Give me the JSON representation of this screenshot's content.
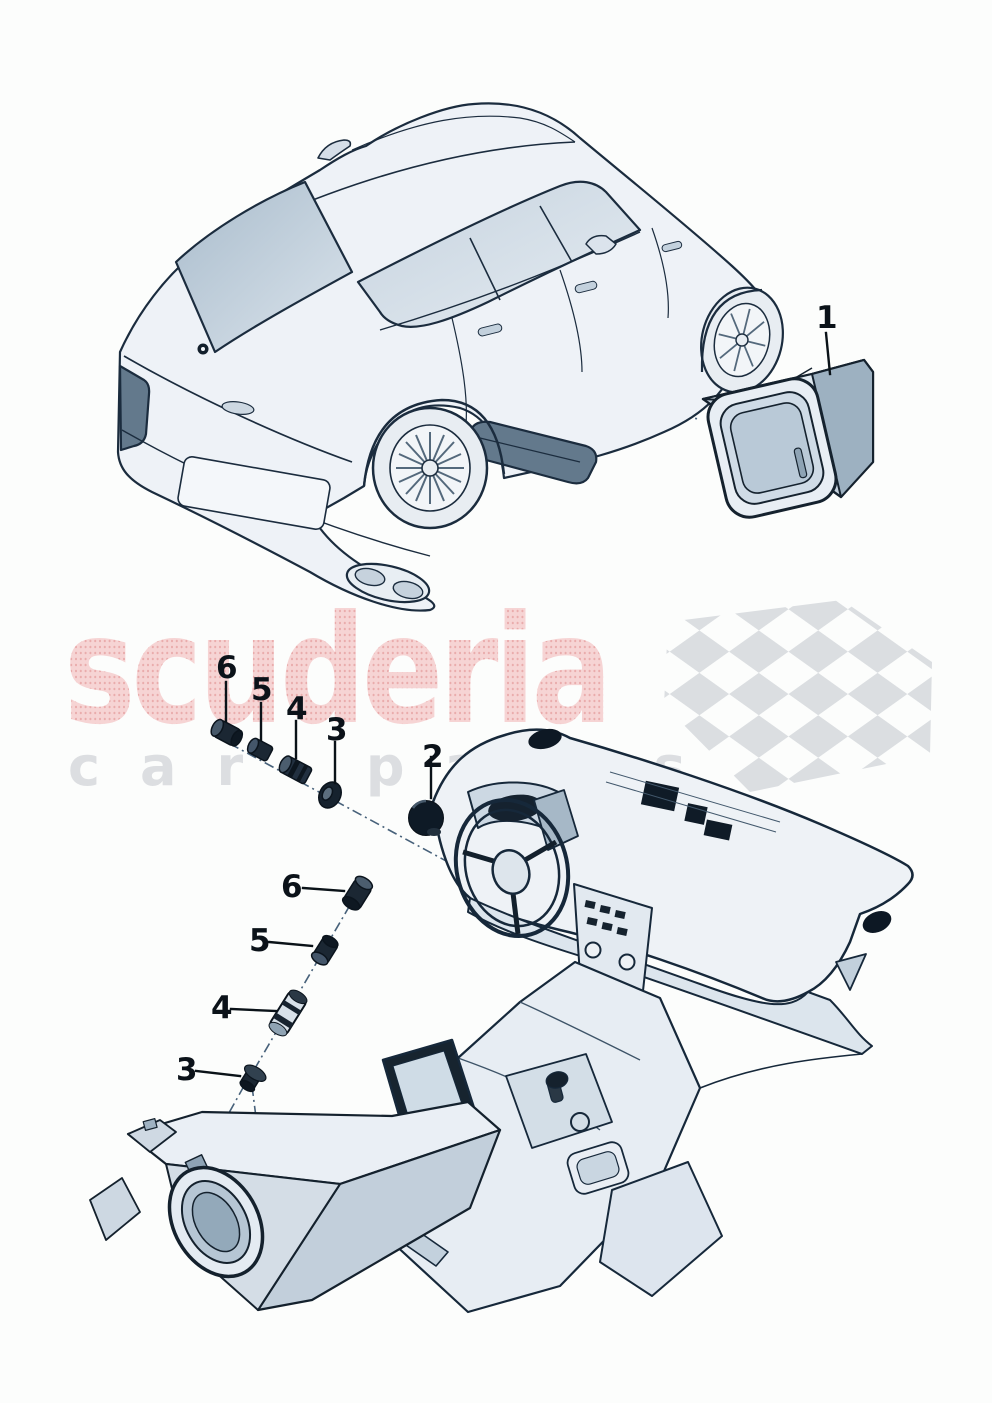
{
  "brand": {
    "watermark_primary": "scuderia",
    "watermark_secondary": "car parts",
    "watermark_primary_color": "#f2c9c9",
    "watermark_secondary_color": "#dcdee1",
    "flag_color": "#d9dce0"
  },
  "diagram": {
    "line_color": "#1b2c3e",
    "body_fill": "#eef2f7",
    "glass_fill": "#b7c6d4",
    "dark_part_fill": "#131f2b",
    "callouts": [
      {
        "id": "part-1",
        "label": "1"
      },
      {
        "id": "part-2",
        "label": "2"
      },
      {
        "id": "part-6-upper",
        "label": "6"
      },
      {
        "id": "part-5-upper",
        "label": "5"
      },
      {
        "id": "part-4-upper",
        "label": "4"
      },
      {
        "id": "part-3-upper",
        "label": "3"
      },
      {
        "id": "part-6-lower",
        "label": "6"
      },
      {
        "id": "part-5-lower",
        "label": "5"
      },
      {
        "id": "part-4-lower",
        "label": "4"
      },
      {
        "id": "part-3-lower",
        "label": "3"
      }
    ]
  }
}
